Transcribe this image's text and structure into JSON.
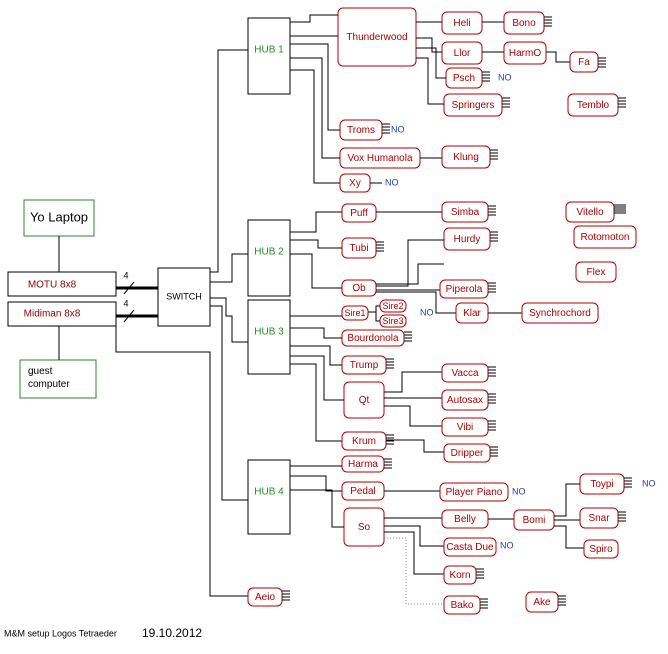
{
  "caption": {
    "text": "M&M setup Logos Tetraeder",
    "date": "19.10.2012"
  },
  "computers": {
    "laptop": "Yo Laptop",
    "guest": "guest computer"
  },
  "interfaces": {
    "motu": "MOTU 8x8",
    "midiman": "Midiman 8x8",
    "cable_count_1": "4",
    "cable_count_2": "4"
  },
  "switch": "SWITCH",
  "hubs": [
    "HUB 1",
    "HUB 2",
    "HUB 3",
    "HUB 4"
  ],
  "instruments": {
    "thunderwood": "Thunderwood",
    "heli": "Heli",
    "bono": "Bono",
    "llor": "Llor",
    "harmo": "HarmO",
    "fa": "Fa",
    "psch": "Psch",
    "springers": "Springers",
    "temblo": "Temblo",
    "troms": "Troms",
    "vox_humanola": "Vox Humanola",
    "klung": "Klung",
    "xy": "Xy",
    "puff": "Puff",
    "simba": "Simba",
    "vitello": "Vitello",
    "tubi": "Tubi",
    "hurdy": "Hurdy",
    "rotomoton": "Rotomoton",
    "flex": "Flex",
    "ob": "Ob",
    "piperola": "Piperola",
    "sire1": "Sire1",
    "sire2": "Sire2",
    "sire3": "Sire3",
    "klar": "Klar",
    "synchrochord": "Synchrochord",
    "bourdonola": "Bourdonola",
    "trump": "Trump",
    "qt": "Qt",
    "vacca": "Vacca",
    "autosax": "Autosax",
    "vibi": "Vibi",
    "krum": "Krum",
    "dripper": "Dripper",
    "harma": "Harma",
    "pedal": "Pedal",
    "player_piano": "Player Piano",
    "toypi": "Toypi",
    "so": "So",
    "belly": "Belly",
    "bomi": "Bomi",
    "snar": "Snar",
    "spiro": "Spiro",
    "casta_due": "Casta Due",
    "korn": "Korn",
    "bako": "Bako",
    "ake": "Ake",
    "aeio": "Aeio"
  },
  "no_label": "NO",
  "colors": {
    "line": "#000000",
    "box": "#b00000",
    "box_text": "#b00000",
    "hub_text": "#2a8a2a",
    "computer": "#2a8a2a",
    "interface": "#8b0000",
    "no": "#1f3fbf"
  }
}
